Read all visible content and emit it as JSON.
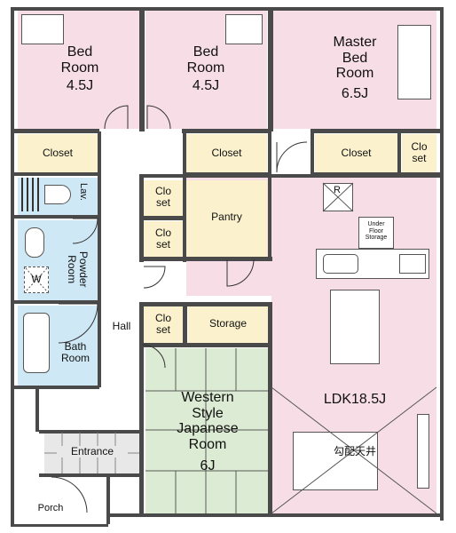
{
  "rooms": {
    "bedroom_left": {
      "name": "Bed\nRoom",
      "size": "4.5J"
    },
    "bedroom_mid": {
      "name": "Bed\nRoom",
      "size": "4.5J"
    },
    "master_bedroom": {
      "name": "Master\nBed\nRoom",
      "size": "6.5J"
    },
    "closet_left": "Closet",
    "closet_mid": "Closet",
    "closet_right": "Closet",
    "closet_small_right": "Clo\nset",
    "closet_a": "Clo\nset",
    "closet_b": "Clo\nset",
    "closet_c": "Clo\nset",
    "lavatory": "Lav.",
    "powder_room": "Powder\nRoom",
    "washer_mark": "W",
    "bath_room": "Bath\nRoom",
    "hall": "Hall",
    "pantry": "Pantry",
    "storage": "Storage",
    "under_floor_storage": "Under\nFloor\nStorage",
    "refrigerator_mark": "R",
    "ldk": "LDK18.5J",
    "sloped_ceiling": "勾配天井",
    "japanese_room": {
      "name": "Western\nStyle\nJapanese\nRoom",
      "size": "6J"
    },
    "entrance": "Entrance",
    "porch": "Porch"
  },
  "colors": {
    "bedroom": "#f7dde6",
    "closet": "#fbf2cd",
    "wet": "#cfe8f5",
    "japanese": "#dcebd3",
    "wall": "#4a4a4a"
  }
}
